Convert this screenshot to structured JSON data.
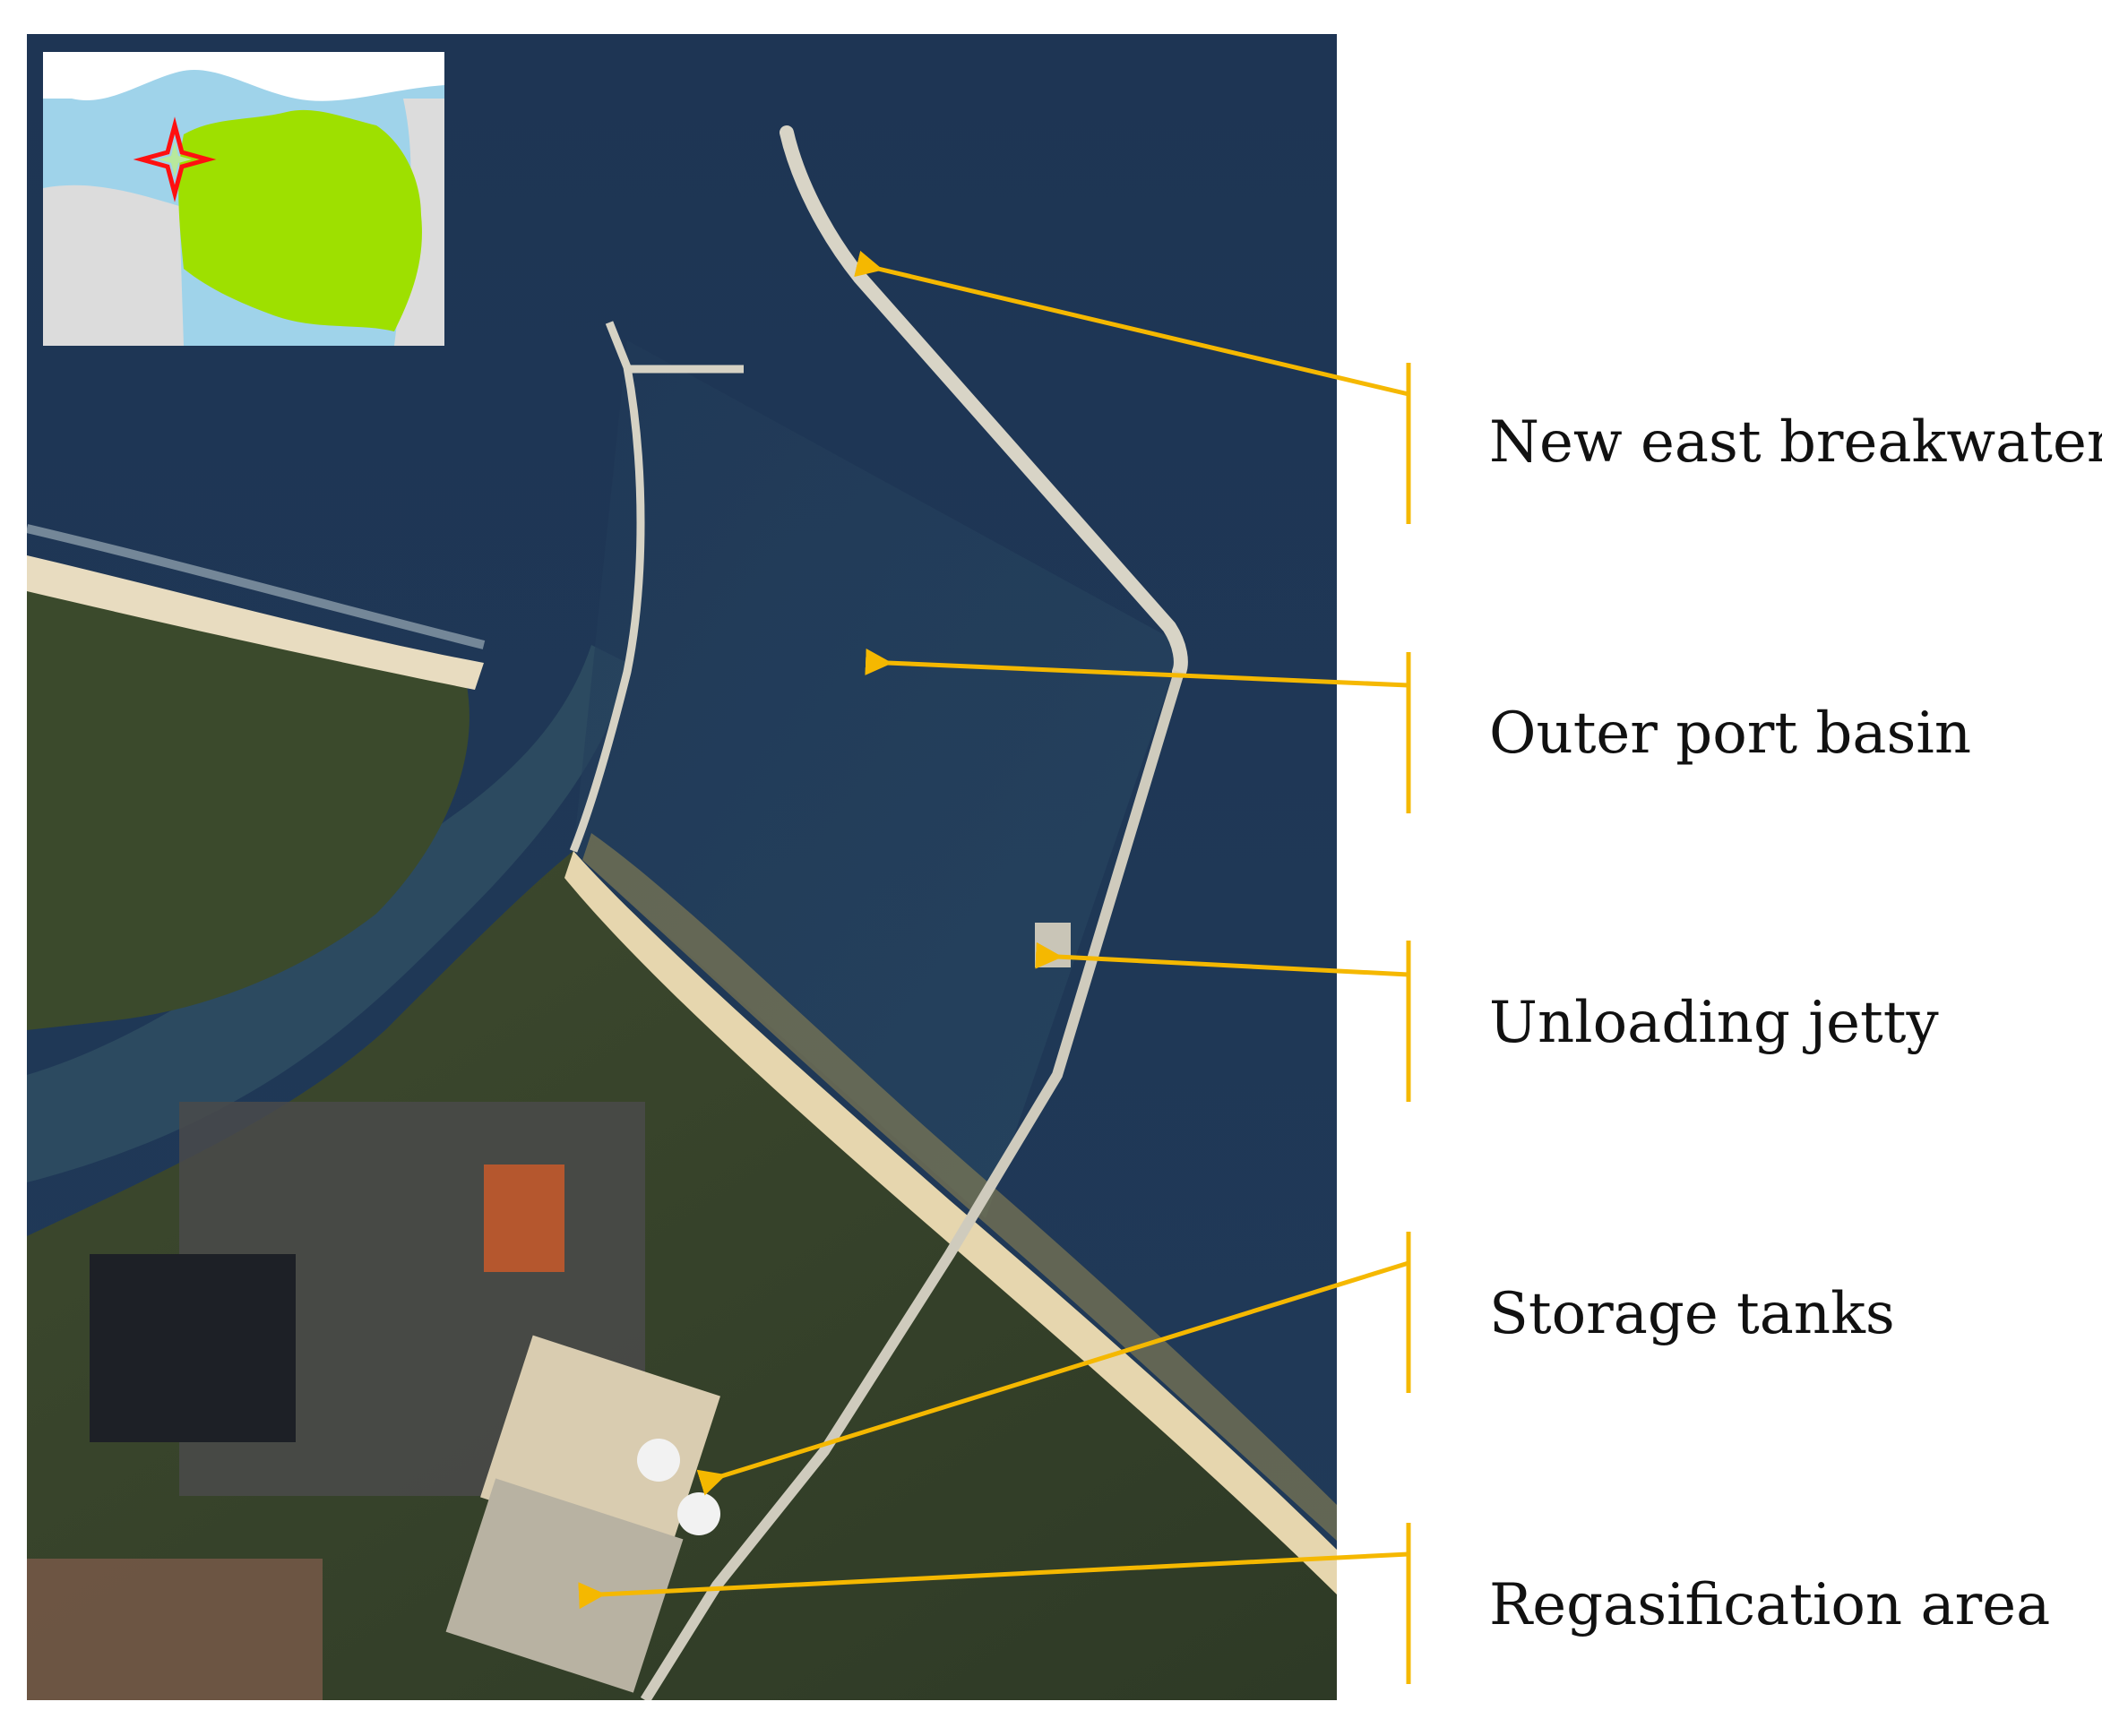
{
  "figure": {
    "inset_map": {
      "highlight_color": "#9ee000",
      "marker_color": "#ff1010",
      "sea_color": "#9fd3ea",
      "marker_icon": "location-star-icon"
    },
    "labels": [
      {
        "id": "breakwater",
        "text": "New east breakwater"
      },
      {
        "id": "basin",
        "text": "Outer port basin"
      },
      {
        "id": "jetty",
        "text": "Unloading jetty"
      },
      {
        "id": "tanks",
        "text": "Storage tanks"
      },
      {
        "id": "regas",
        "text": "Regasification area"
      }
    ],
    "arrow_color": "#f5b800"
  }
}
